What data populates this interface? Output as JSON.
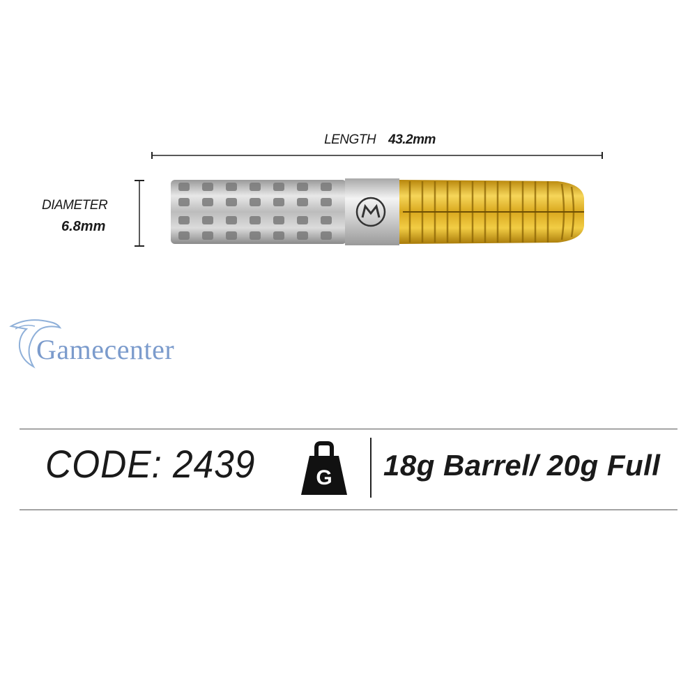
{
  "length": {
    "label": "LENGTH",
    "value": "43.2mm"
  },
  "diameter": {
    "label": "DIAMETER",
    "value": "6.8mm"
  },
  "watermark": {
    "text": "Gamecenter"
  },
  "product": {
    "code_label": "CODE: 2439",
    "weight_icon_letter": "G",
    "weight_text": "18g Barrel/ 20g Full"
  },
  "colors": {
    "silver": "#c9c9c9",
    "gold": "#e2b528",
    "watermark_blue": "#7b9bcc",
    "text": "#1a1a1a"
  },
  "icons": [
    "weight-icon",
    "dolphin-logo-icon",
    "brand-m-icon"
  ]
}
